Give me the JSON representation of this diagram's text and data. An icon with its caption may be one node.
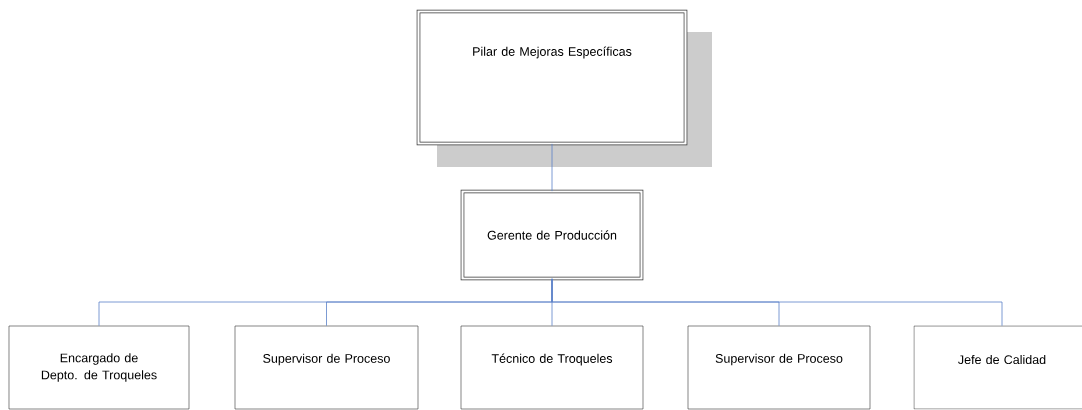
{
  "diagram": {
    "nodes": [
      {
        "text": [
          "Pilar de Mejoras Específicas"
        ]
      },
      {
        "text": [
          "Gerente de Producción"
        ]
      },
      {
        "text": [
          "Encargado de Depto. de Troqueles"
        ]
      },
      {
        "text": [
          "Supervisor de Proceso"
        ]
      },
      {
        "text": [
          "Técnico de Troqueles"
        ]
      },
      {
        "text": [
          "Supervisor de Proceso"
        ]
      },
      {
        "text": [
          "Jefe de Calidad"
        ]
      }
    ],
    "edges": [
      {
        "from": 0,
        "to": 1,
        "arrow": "none"
      },
      {
        "from": 1,
        "to": 2,
        "arrow": "none"
      },
      {
        "from": 1,
        "to": 3,
        "arrow": "none"
      },
      {
        "from": 1,
        "to": 4,
        "arrow": "none"
      },
      {
        "from": 1,
        "to": 5,
        "arrow": "none"
      },
      {
        "from": 1,
        "to": 6,
        "arrow": "none"
      }
    ]
  }
}
